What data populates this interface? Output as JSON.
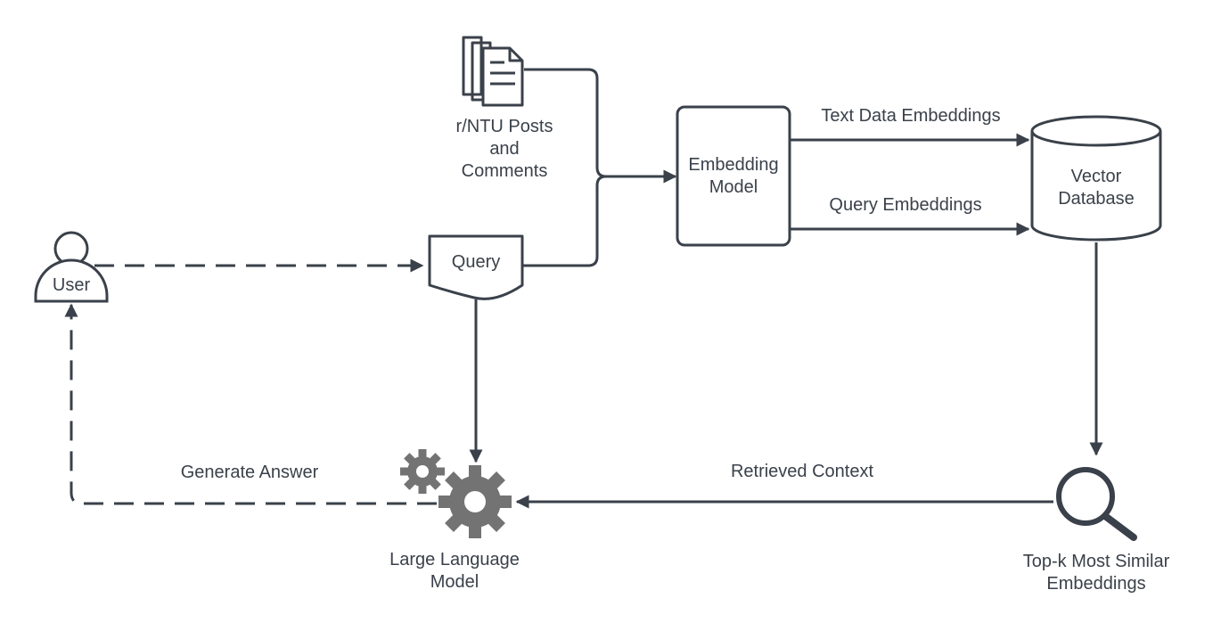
{
  "nodes": {
    "user": "User",
    "documents": [
      "r/NTU Posts",
      "and",
      "Comments"
    ],
    "query": "Query",
    "embedding_model": [
      "Embedding",
      "Model"
    ],
    "vector_database": [
      "Vector",
      "Database"
    ],
    "llm": [
      "Large Language",
      "Model"
    ],
    "topk": [
      "Top-k Most Similar",
      "Embeddings"
    ]
  },
  "edges": {
    "text_data_embeddings": "Text Data Embeddings",
    "query_embeddings": "Query Embeddings",
    "retrieved_context": "Retrieved Context",
    "generate_answer": "Generate Answer"
  },
  "colors": {
    "stroke": "#3a414a",
    "gear": "#737373"
  },
  "icons": [
    "user-icon",
    "documents-icon",
    "query-document-icon",
    "database-icon",
    "gears-icon",
    "magnifier-icon"
  ]
}
